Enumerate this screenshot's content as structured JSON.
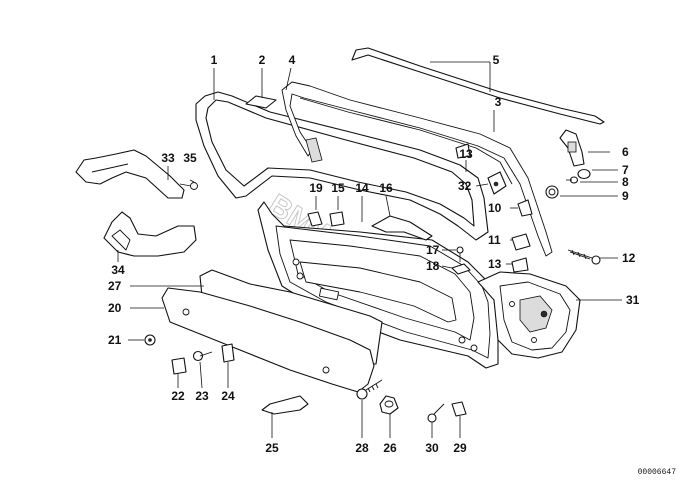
{
  "diagram": {
    "watermark": "BMWsport",
    "drawing_number": "00006647",
    "callouts": [
      {
        "id": "c1",
        "label": "1"
      },
      {
        "id": "c2",
        "label": "2"
      },
      {
        "id": "c3",
        "label": "3"
      },
      {
        "id": "c4",
        "label": "4"
      },
      {
        "id": "c5",
        "label": "5"
      },
      {
        "id": "c6",
        "label": "6"
      },
      {
        "id": "c7",
        "label": "7"
      },
      {
        "id": "c8",
        "label": "8"
      },
      {
        "id": "c9",
        "label": "9"
      },
      {
        "id": "c10",
        "label": "10"
      },
      {
        "id": "c11",
        "label": "11"
      },
      {
        "id": "c12",
        "label": "12"
      },
      {
        "id": "c13a",
        "label": "13"
      },
      {
        "id": "c13b",
        "label": "13"
      },
      {
        "id": "c14",
        "label": "14"
      },
      {
        "id": "c15",
        "label": "15"
      },
      {
        "id": "c16",
        "label": "16"
      },
      {
        "id": "c17",
        "label": "17"
      },
      {
        "id": "c18",
        "label": "18"
      },
      {
        "id": "c19",
        "label": "19"
      },
      {
        "id": "c20",
        "label": "20"
      },
      {
        "id": "c21",
        "label": "21"
      },
      {
        "id": "c22",
        "label": "22"
      },
      {
        "id": "c23",
        "label": "23"
      },
      {
        "id": "c24",
        "label": "24"
      },
      {
        "id": "c25",
        "label": "25"
      },
      {
        "id": "c26",
        "label": "26"
      },
      {
        "id": "c27",
        "label": "27"
      },
      {
        "id": "c28",
        "label": "28"
      },
      {
        "id": "c29",
        "label": "29"
      },
      {
        "id": "c30",
        "label": "30"
      },
      {
        "id": "c31",
        "label": "31"
      },
      {
        "id": "c32",
        "label": "32"
      },
      {
        "id": "c33",
        "label": "33"
      },
      {
        "id": "c34",
        "label": "34"
      },
      {
        "id": "c35",
        "label": "35"
      }
    ]
  }
}
